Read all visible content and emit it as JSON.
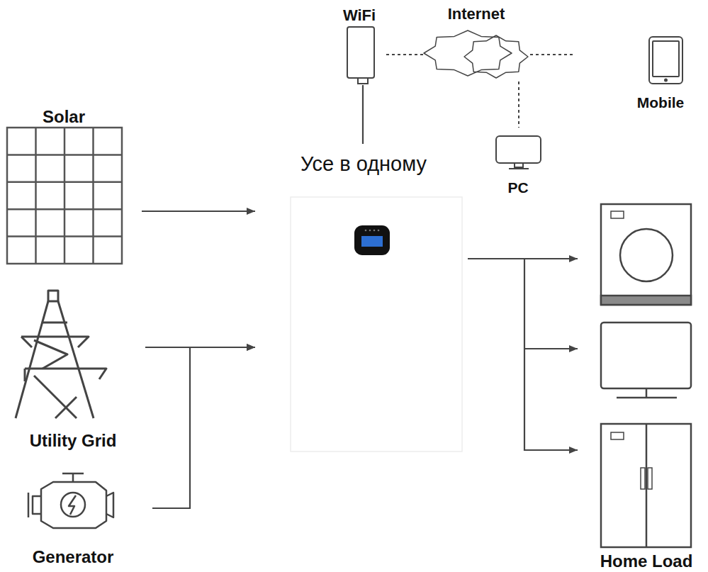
{
  "diagram": {
    "nodes": [
      {
        "text": [
          "WiFi"
        ]
      },
      {
        "text": [
          "Internet"
        ]
      },
      {
        "text": [
          "Mobile"
        ]
      },
      {
        "text": [
          "PC"
        ]
      },
      {
        "text": [
          "Solar"
        ]
      },
      {
        "text": [
          "Усе в одному"
        ]
      },
      {
        "text": [
          "Utility Grid"
        ]
      },
      {
        "text": [
          "Generator"
        ]
      },
      {
        "text": [
          "Home Load"
        ]
      }
    ],
    "edges": [
      {
        "from": 0,
        "to": 1,
        "arrow": "none"
      },
      {
        "from": 1,
        "to": 2,
        "arrow": "none"
      },
      {
        "from": 1,
        "to": 3,
        "arrow": "none"
      },
      {
        "from": 0,
        "to": 5,
        "arrow": "none"
      },
      {
        "from": 4,
        "to": 5,
        "arrow": "to"
      },
      {
        "from": 6,
        "to": 5,
        "arrow": "to"
      },
      {
        "from": 7,
        "to": 5,
        "arrow": "to"
      },
      {
        "from": 5,
        "to": 8,
        "arrow": "to"
      }
    ]
  }
}
